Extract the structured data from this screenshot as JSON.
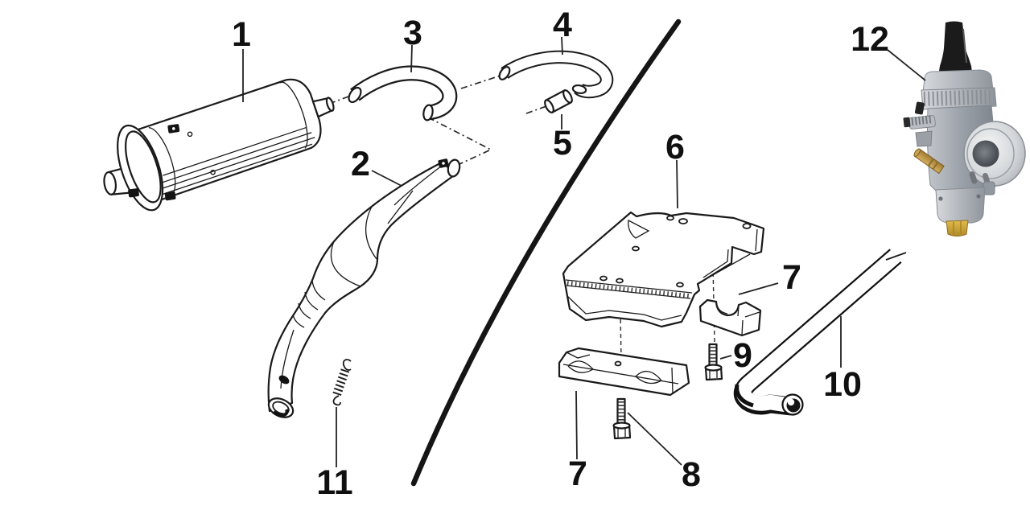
{
  "diagram": {
    "kind": "exploded parts diagram",
    "callouts": [
      {
        "label": "1"
      },
      {
        "label": "2"
      },
      {
        "label": "3"
      },
      {
        "label": "4"
      },
      {
        "label": "5"
      },
      {
        "label": "6"
      },
      {
        "label": "7"
      },
      {
        "label": "7"
      },
      {
        "label": "8"
      },
      {
        "label": "9"
      },
      {
        "label": "10"
      },
      {
        "label": "11"
      },
      {
        "label": "12"
      }
    ],
    "colors": {
      "background": "#ffffff",
      "line": "#1a1a1a",
      "carburetor_metal": "#9aa0a8",
      "carburetor_cap": "#1b1b1b",
      "carburetor_brass": "#b8903f",
      "carburetor_float_nut": "#c9a33b"
    }
  }
}
